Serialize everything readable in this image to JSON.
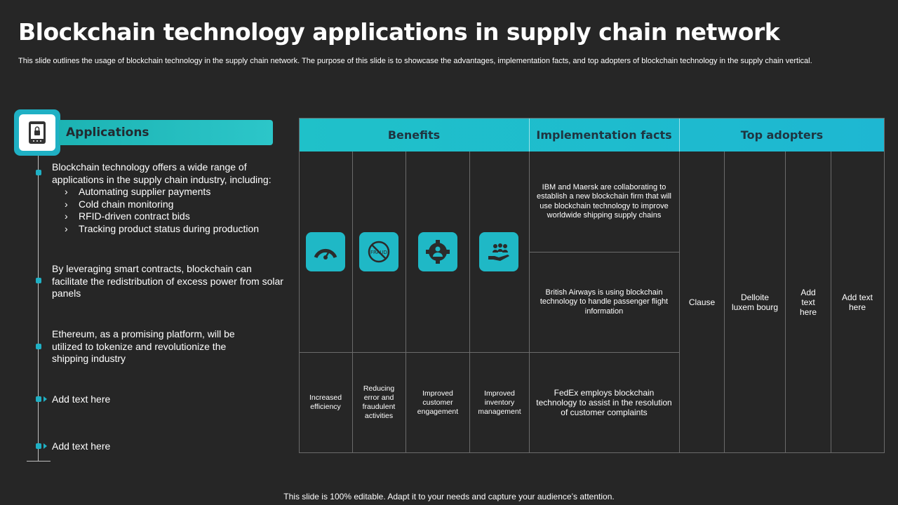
{
  "title": "Blockchain technology applications in supply chain network",
  "subtitle": "This slide outlines the usage of blockchain technology in the supply chain network. The purpose of this slide is to showcase the advantages, implementation facts, and top adopters of blockchain technology in the supply chain vertical.",
  "applications": {
    "label": "Applications",
    "icon": "mobile-lock-icon",
    "items": [
      {
        "text": "Blockchain technology offers a wide range of applications in the supply chain industry, including:",
        "sub_items": [
          "Automating supplier payments",
          "Cold chain monitoring",
          "RFID-driven contract bids",
          "Tracking product status during production"
        ]
      },
      {
        "text": "By leveraging smart contracts, blockchain can facilitate the redistribution of excess power from solar panels"
      },
      {
        "text": "Ethereum, as a promising platform, will be utilized to tokenize and revolutionize the shipping industry"
      },
      {
        "text": "Add text here"
      },
      {
        "text": "Add text here"
      }
    ]
  },
  "table": {
    "headers": {
      "benefits": "Benefits",
      "implementation": "Implementation facts",
      "adopters": "Top adopters"
    },
    "benefits": [
      {
        "icon": "speedometer-icon",
        "text": "Increased efficiency"
      },
      {
        "icon": "no-fraud-icon",
        "text": "Reducing error and fraudulent activities"
      },
      {
        "icon": "gear-person-icon",
        "text": "Improved customer engagement"
      },
      {
        "icon": "hand-people-icon",
        "text": "Improved inventory management"
      }
    ],
    "implementation_facts": [
      "IBM  and Maersk are collaborating to establish a new blockchain firm that will use blockchain technology to improve worldwide shipping supply chains",
      "British Airways is using blockchain technology to handle passenger flight information",
      "FedEx employs blockchain technology to assist in the resolution of customer complaints"
    ],
    "top_adopters": [
      "Clause",
      "Delloite luxem bourg",
      "Add text here",
      "Add text here"
    ]
  },
  "footer": "This slide is 100% editable. Adapt it to your needs and capture your audience’s attention.",
  "colors": {
    "background": "#262626",
    "accent": "#1fb8c6",
    "grid": "#6b6b6b",
    "header_text": "#1f3440"
  }
}
